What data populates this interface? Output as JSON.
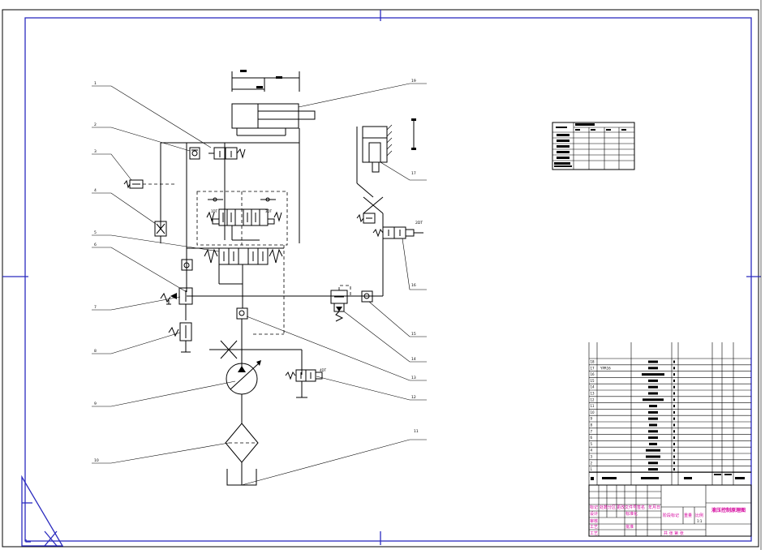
{
  "drawing": {
    "title_block": {
      "drawing_name": "液压控制原理图",
      "scale": "1:1",
      "sheet_info": "共 张 第 张",
      "row_headers": [
        "标记",
        "处数",
        "分区",
        "更改文件号",
        "签名",
        "年月日"
      ],
      "roles": [
        "设计",
        "审核",
        "工艺",
        "批准"
      ],
      "fields": [
        "标准化",
        "阶段标记",
        "重量",
        "比例"
      ]
    },
    "bom": {
      "item_numbers": [
        "18",
        "17",
        "16",
        "15",
        "14",
        "13",
        "12",
        "11",
        "10",
        "9",
        "8",
        "7",
        "6",
        "5",
        "4",
        "3",
        "2",
        "1"
      ],
      "part_17": "YPR16"
    },
    "leader_labels": {
      "left": [
        "1",
        "2",
        "3",
        "4",
        "5",
        "6",
        "7",
        "8",
        "9",
        "10"
      ],
      "right": [
        "19",
        "17",
        "2DT",
        "16",
        "15",
        "14",
        "13",
        "12",
        "11"
      ],
      "solenoids": [
        "1DT",
        "2DT",
        "3DT",
        "4DT"
      ]
    },
    "colors": {
      "frame": "#2b2bbf",
      "title_text": "#d4009c",
      "line": "#000000"
    }
  }
}
